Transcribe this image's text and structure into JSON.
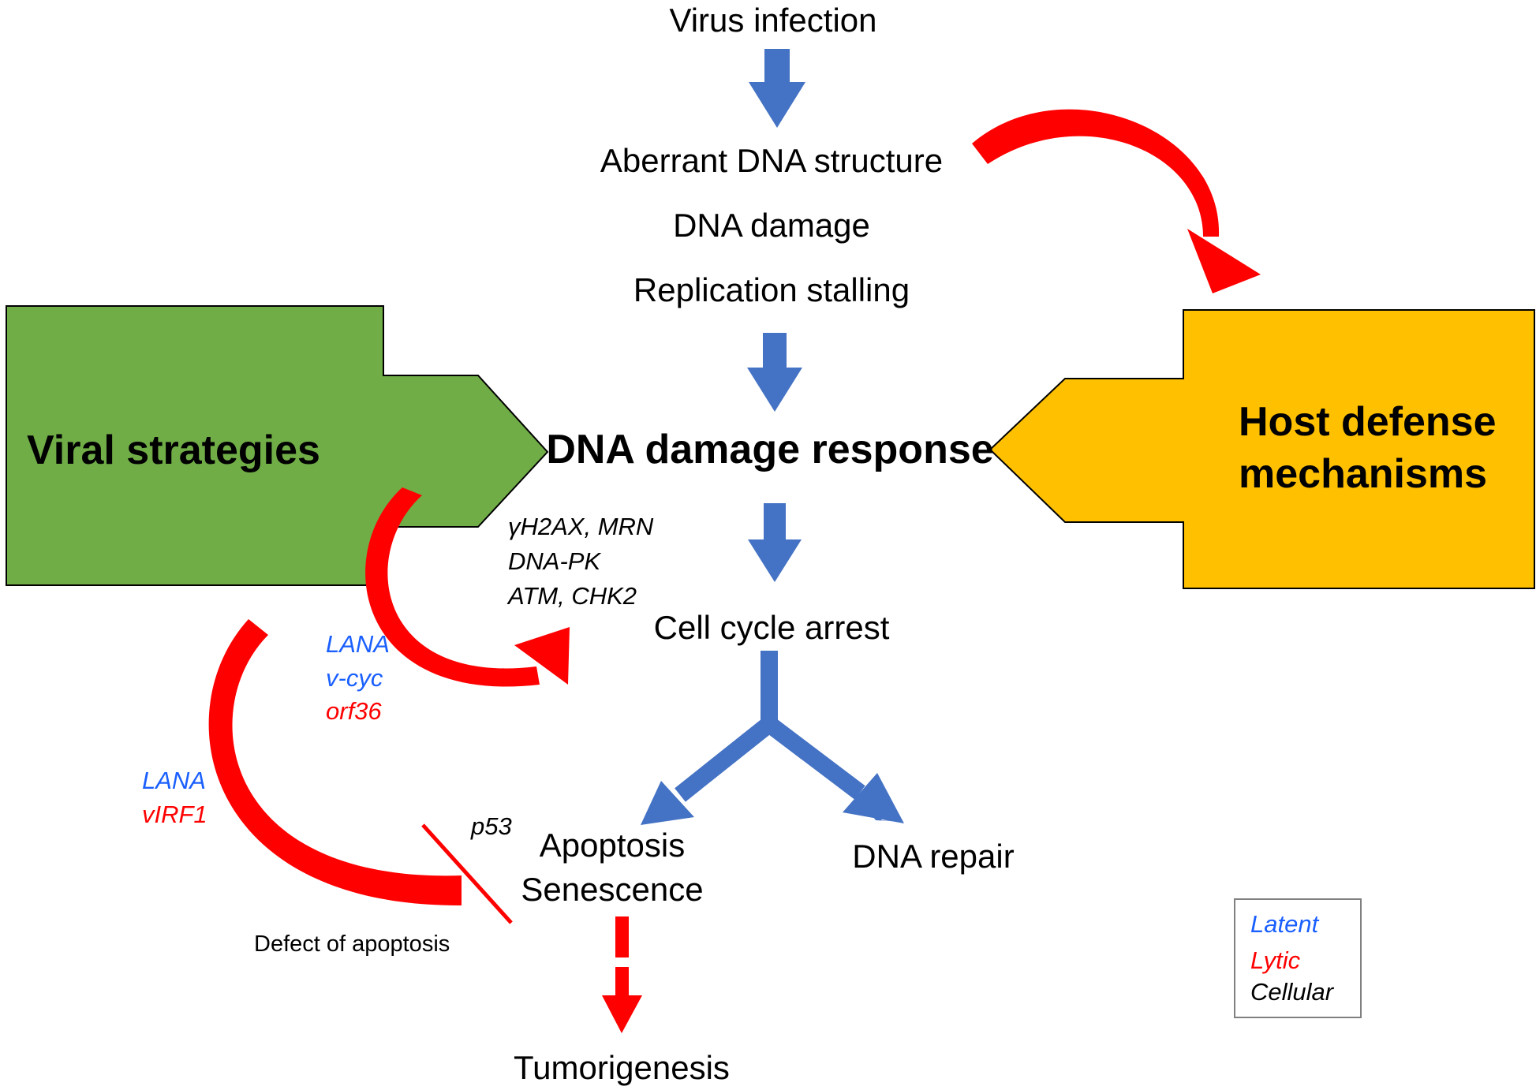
{
  "nodes": {
    "virus_infection": "Virus infection",
    "aberrant_dna": "Aberrant DNA structure",
    "dna_damage": "DNA damage",
    "replication_stalling": "Replication stalling",
    "ddr": "DNA damage response",
    "cell_cycle_arrest": "Cell cycle arrest",
    "apoptosis": "Apoptosis",
    "senescence": "Senescence",
    "dna_repair": "DNA repair",
    "tumorigenesis": "Tumorigenesis",
    "defect_apoptosis": "Defect of apoptosis"
  },
  "blocks": {
    "viral": "Viral strategies",
    "host_line1": "Host defense",
    "host_line2": "mechanisms"
  },
  "ddr_factors": [
    "γH2AX, MRN",
    "DNA-PK",
    "ATM, CHK2"
  ],
  "p53": "p53",
  "viral_ddr_factors": [
    {
      "text": "LANA",
      "type": "Latent"
    },
    {
      "text": "v-cyc",
      "type": "Latent"
    },
    {
      "text": "orf36",
      "type": "Lytic"
    }
  ],
  "viral_apoptosis_factors": [
    {
      "text": "LANA",
      "type": "Latent"
    },
    {
      "text": "vIRF1",
      "type": "Lytic"
    }
  ],
  "legend": {
    "latent": "Latent",
    "lytic": "Lytic",
    "cellular": "Cellular"
  },
  "colors": {
    "latent": "#1a5fff",
    "lytic": "#ff0000",
    "cellular": "#000000",
    "flow_arrow": "#4472c4",
    "viral_block": "#70ad47",
    "host_block": "#ffc000",
    "red_arrow": "#ff0000"
  }
}
